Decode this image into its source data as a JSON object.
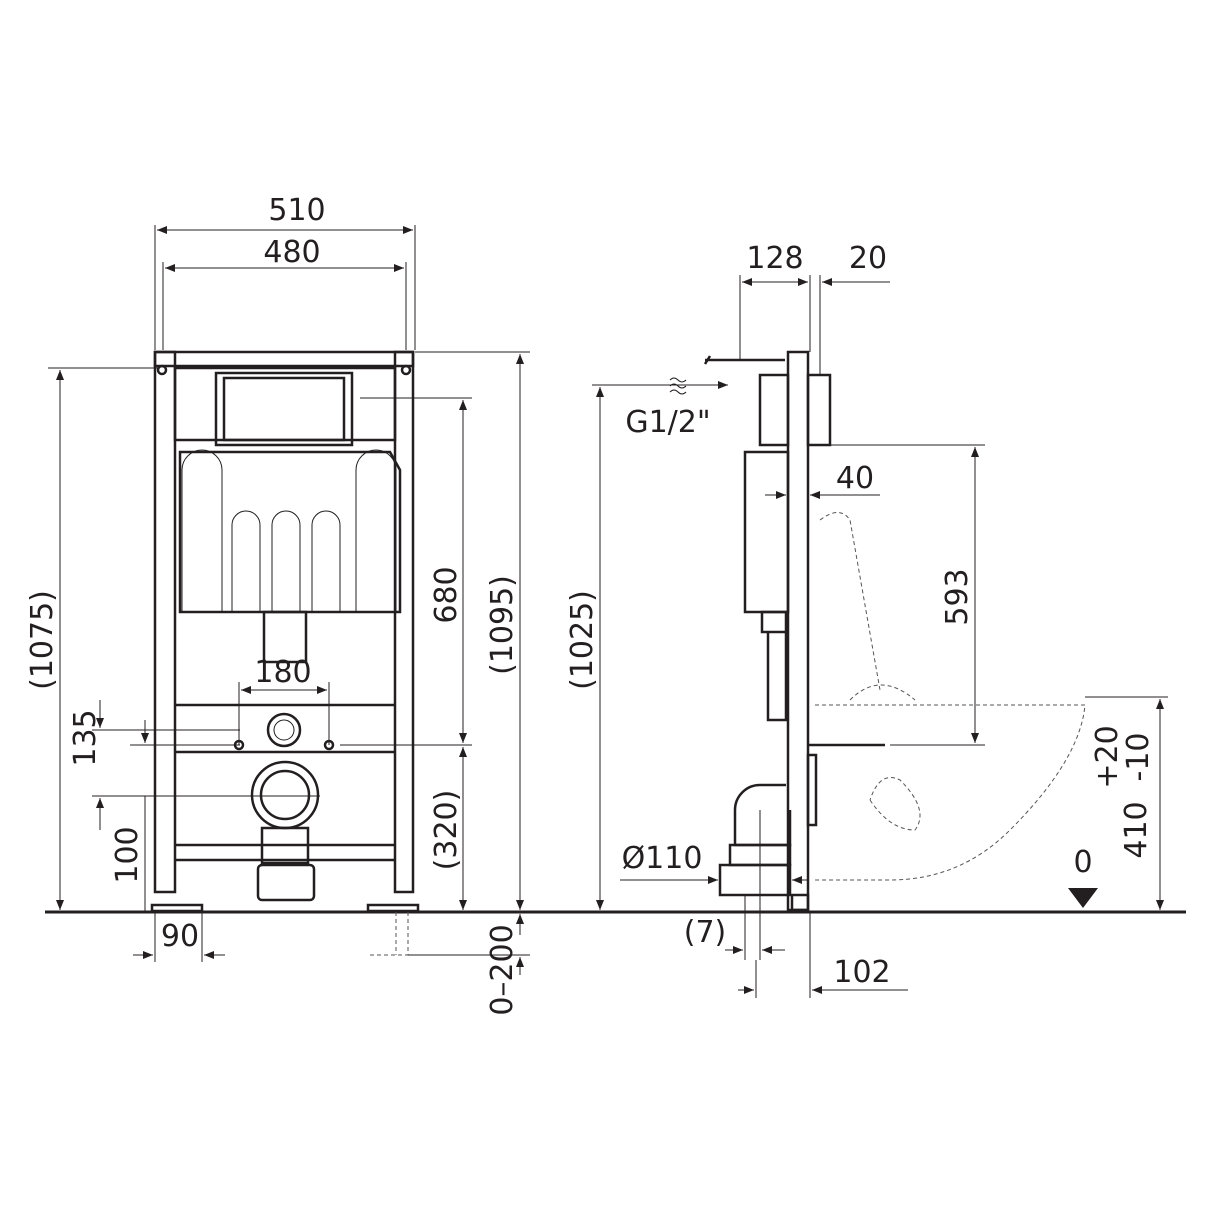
{
  "front_view": {
    "dims": {
      "width_outer": "510",
      "width_inner": "480",
      "height_left": "(1075)",
      "height_tank": "680",
      "height_total": "(1095)",
      "bolt_spacing": "180",
      "drain_offset": "135",
      "drain_height": "100",
      "lower_height": "(320)",
      "foot_width": "90",
      "foot_adjust": "0–200"
    }
  },
  "side_view": {
    "dims": {
      "depth": "128",
      "plate": "20",
      "inlet": "G1/2\"",
      "offset_40": "40",
      "bolt_height": "593",
      "height_side": "(1025)",
      "drain_diameter": "Ø110",
      "gap": "(7)",
      "drain_depth": "102",
      "seat_height": "410",
      "seat_tol_plus": "+20",
      "seat_tol_minus": "-10",
      "floor_level": "0"
    }
  }
}
